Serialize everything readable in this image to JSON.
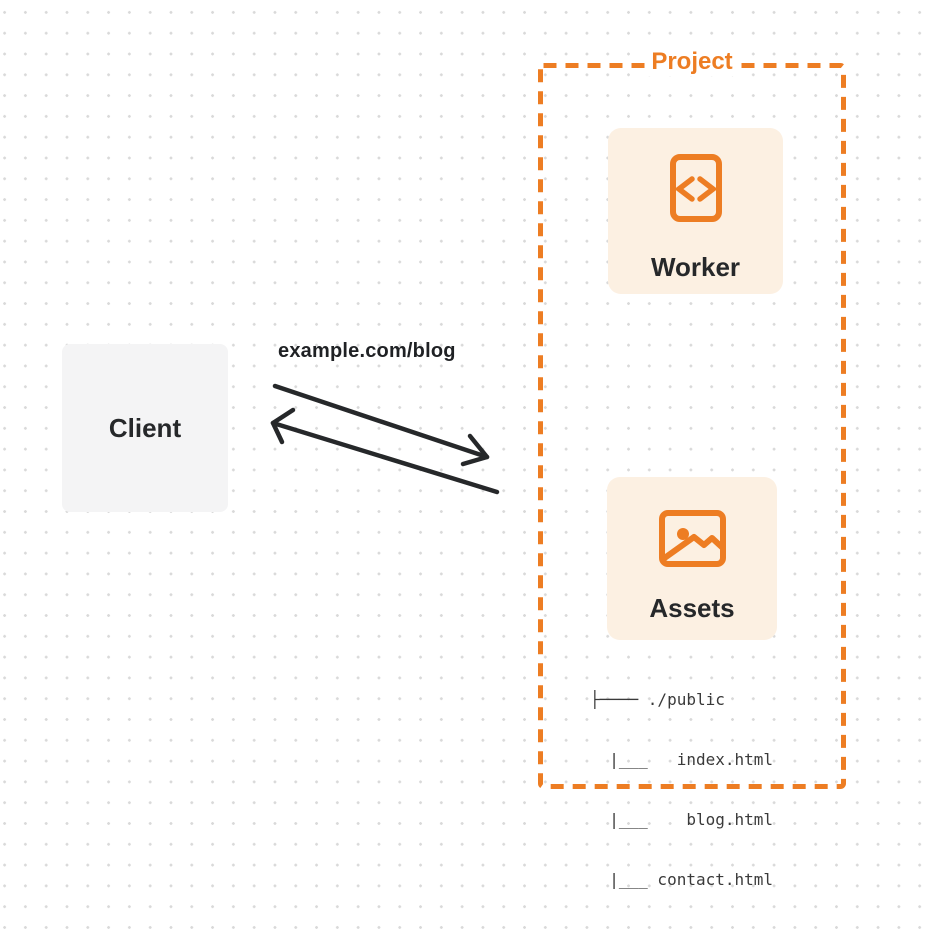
{
  "diagram": {
    "client": {
      "label": "Client"
    },
    "request_label": "example.com/blog",
    "project": {
      "label": "Project",
      "worker": {
        "label": "Worker",
        "icon": "code-file-icon"
      },
      "assets": {
        "label": "Assets",
        "icon": "image-icon",
        "file_tree": [
          "├──── ./public",
          "  |___   index.html",
          "  |___    blog.html",
          "  |___ contact.html"
        ]
      }
    },
    "colors": {
      "accent_orange": "#ed7d23",
      "card_background": "#fcf0e2",
      "client_background": "#f4f4f5",
      "ink": "#26282a",
      "dot_grid": "#d9d9d9"
    }
  }
}
